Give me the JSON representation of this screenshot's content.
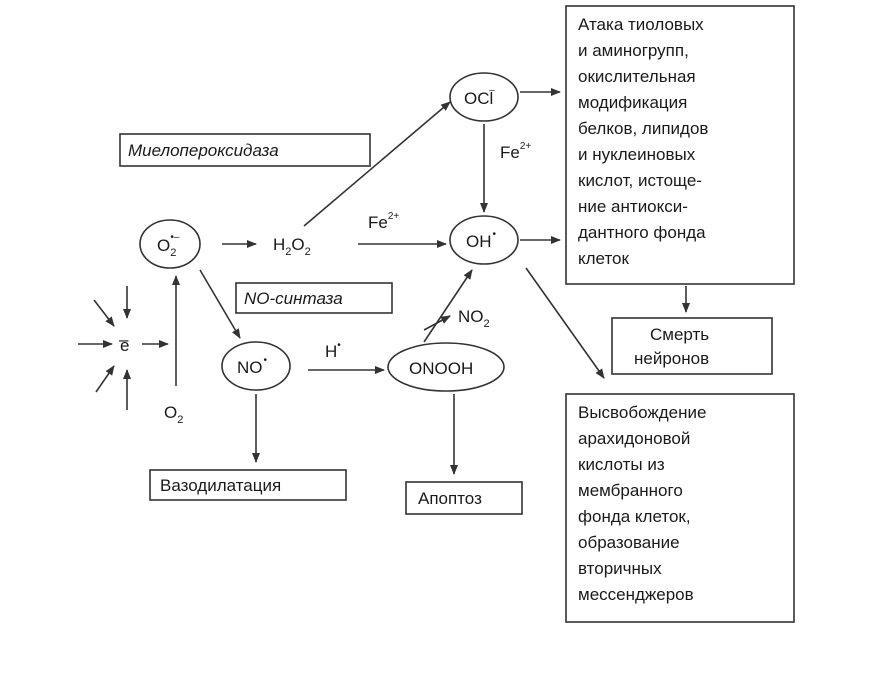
{
  "nodes": {
    "superoxide": {
      "base": "O",
      "sub": "2",
      "sup": "•–"
    },
    "peroxide": {
      "h": "H",
      "h_sub": "2",
      "o": "O",
      "o_sub": "2"
    },
    "hypochlorite": {
      "base": "OCl",
      "sup": "–"
    },
    "hydroxyl": {
      "base": "OH",
      "sup": "•"
    },
    "nitric_oxide": {
      "base": "NO",
      "sup": "•"
    },
    "peroxynitrous": {
      "base": "ONOOH"
    },
    "oxygen": {
      "base": "O",
      "sub": "2"
    },
    "electron": {
      "base": "e",
      "over": "–"
    },
    "no2": {
      "base": "NO",
      "sub": "2"
    }
  },
  "edge_labels": {
    "fe_left": {
      "base": "Fe",
      "sup": "2+"
    },
    "fe_right": {
      "base": "Fe",
      "sup": "2+"
    },
    "h_radical": {
      "base": "H",
      "sup": "•"
    }
  },
  "enzymes": {
    "myeloperoxidase": "Миелопероксидаза",
    "no_synthase": "NO-синтаза"
  },
  "outcomes": {
    "oxidative_damage": [
      "Атака тиоловых",
      "и аминогрупп,",
      "окислительная",
      "модификация",
      "белков, липидов",
      "и нуклеиновых",
      "кислот, истоще-",
      "ние антиокси-",
      "дантного фонда",
      "клеток"
    ],
    "neuron_death": [
      "Смерть",
      "нейронов"
    ],
    "arachidonic": [
      "Высвобождение",
      "арахидоновой",
      "кислоты из",
      "мембранного",
      "фонда клеток,",
      "образование",
      "вторичных",
      "мессенджеров"
    ],
    "vasodilation": "Вазодилатация",
    "apoptosis": "Апоптоз"
  }
}
